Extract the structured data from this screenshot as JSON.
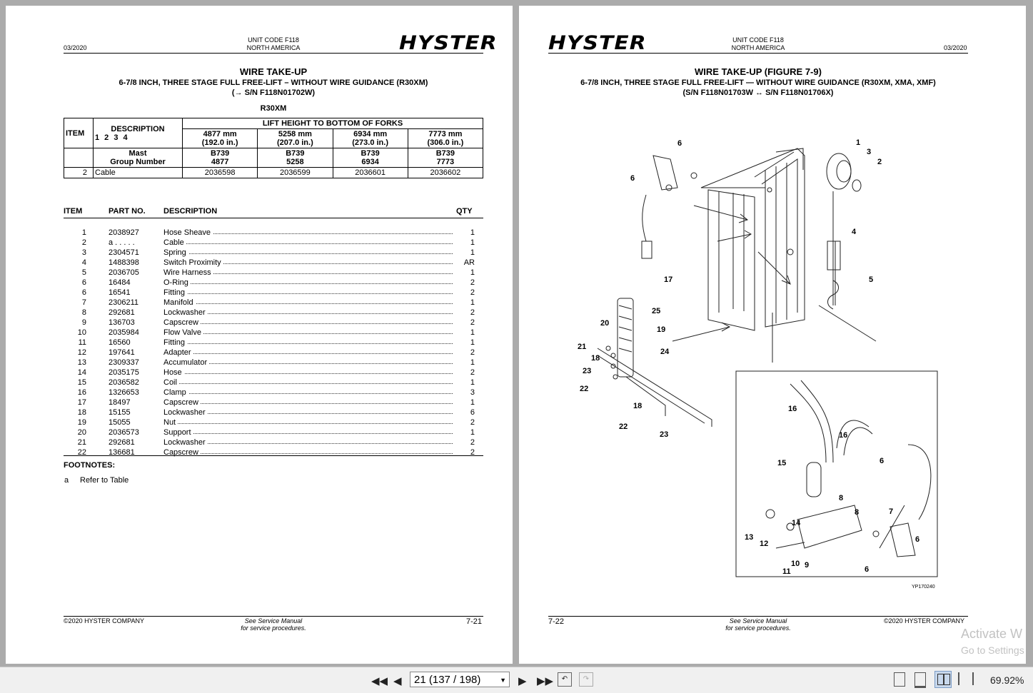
{
  "left": {
    "date": "03/2020",
    "unit_code": "UNIT CODE F118",
    "region": "NORTH AMERICA",
    "logo": "HYSTER",
    "title": "WIRE TAKE-UP",
    "subtitle": "6-7/8 INCH, THREE STAGE FULL FREE-LIFT – WITHOUT WIRE GUIDANCE (R30XM)",
    "serial": "(→ S/N F118N01702W)",
    "model": "R30XM",
    "lift_table": {
      "header": "LIFT HEIGHT TO BOTTOM OF FORKS",
      "item_label": "ITEM",
      "desc_label": "DESCRIPTION",
      "desc_nums": "1 2 3 4",
      "mast_label": "Mast",
      "group_label": "Group Number",
      "heights": [
        {
          "mm": "4877 mm",
          "in": "(192.0 in.)",
          "mast": "B739",
          "group": "4877",
          "cable": "2036598"
        },
        {
          "mm": "5258 mm",
          "in": "(207.0 in.)",
          "mast": "B739",
          "group": "5258",
          "cable": "2036599"
        },
        {
          "mm": "6934 mm",
          "in": "(273.0 in.)",
          "mast": "B739",
          "group": "6934",
          "cable": "2036601"
        },
        {
          "mm": "7773 mm",
          "in": "(306.0 in.)",
          "mast": "B739",
          "group": "7773",
          "cable": "2036602"
        }
      ],
      "cable_item": "2",
      "cable_label": "Cable"
    },
    "parts_header": {
      "item": "ITEM",
      "part": "PART NO.",
      "desc": "DESCRIPTION",
      "qty": "QTY"
    },
    "parts": [
      {
        "item": "1",
        "part": "2038927",
        "desc": "Hose Sheave",
        "qty": "1"
      },
      {
        "item": "2",
        "part": "a . . . . .",
        "desc": "Cable",
        "qty": "1"
      },
      {
        "item": "3",
        "part": "2304571",
        "desc": "Spring",
        "qty": "1"
      },
      {
        "item": "4",
        "part": "1488398",
        "desc": "Switch Proximity",
        "qty": "AR"
      },
      {
        "item": "5",
        "part": "2036705",
        "desc": "Wire Harness",
        "qty": "1"
      },
      {
        "item": "6",
        "part": "16484",
        "desc": "O-Ring",
        "qty": "2"
      },
      {
        "item": "6",
        "part": "16541",
        "desc": "Fitting",
        "qty": "2"
      },
      {
        "item": "7",
        "part": "2306211",
        "desc": "Manifold",
        "qty": "1"
      },
      {
        "item": "8",
        "part": "292681",
        "desc": "Lockwasher",
        "qty": "2"
      },
      {
        "item": "9",
        "part": "136703",
        "desc": "Capscrew",
        "qty": "2"
      },
      {
        "item": "10",
        "part": "2035984",
        "desc": "Flow Valve",
        "qty": "1"
      },
      {
        "item": "11",
        "part": "16560",
        "desc": "Fitting",
        "qty": "1"
      },
      {
        "item": "12",
        "part": "197641",
        "desc": "Adapter",
        "qty": "2"
      },
      {
        "item": "13",
        "part": "2309337",
        "desc": "Accumulator",
        "qty": "1"
      },
      {
        "item": "14",
        "part": "2035175",
        "desc": "Hose",
        "qty": "2"
      },
      {
        "item": "15",
        "part": "2036582",
        "desc": "Coil",
        "qty": "1"
      },
      {
        "item": "16",
        "part": "1326653",
        "desc": "Clamp",
        "qty": "3"
      },
      {
        "item": "17",
        "part": "18497",
        "desc": "Capscrew",
        "qty": "1"
      },
      {
        "item": "18",
        "part": "15155",
        "desc": "Lockwasher",
        "qty": "6"
      },
      {
        "item": "19",
        "part": "15055",
        "desc": "Nut",
        "qty": "2"
      },
      {
        "item": "20",
        "part": "2036573",
        "desc": "Support",
        "qty": "1"
      },
      {
        "item": "21",
        "part": "292681",
        "desc": "Lockwasher",
        "qty": "2"
      },
      {
        "item": "22",
        "part": "136681",
        "desc": "Capscrew",
        "qty": "2"
      }
    ],
    "footnotes_label": "FOOTNOTES:",
    "footnote_key": "a",
    "footnote_text": "Refer to Table",
    "copyright": "©2020 HYSTER COMPANY",
    "service_1": "See Service Manual",
    "service_2": "for service procedures.",
    "page_no": "7-21"
  },
  "right": {
    "logo": "HYSTER",
    "unit_code": "UNIT CODE F118",
    "region": "NORTH AMERICA",
    "date": "03/2020",
    "title": "WIRE TAKE-UP (FIGURE 7-9)",
    "subtitle": "6-7/8 INCH, THREE STAGE FULL FREE-LIFT — WITHOUT WIRE GUIDANCE (R30XM, XMA, XMF)",
    "serial": "(S/N F118N01703W ↔ S/N F118N01706X)",
    "figure_id": "YP170240",
    "callouts": [
      "1",
      "2",
      "3",
      "4",
      "5",
      "6",
      "6",
      "7",
      "8",
      "8",
      "9",
      "10",
      "11",
      "12",
      "13",
      "14",
      "15",
      "16",
      "16",
      "17",
      "18",
      "18",
      "19",
      "20",
      "21",
      "22",
      "22",
      "23",
      "23",
      "24",
      "25",
      "6",
      "6"
    ],
    "page_no": "7-22",
    "service_1": "See Service Manual",
    "service_2": "for service procedures.",
    "copyright": "©2020 HYSTER COMPANY"
  },
  "toolbar": {
    "first_icon": "first-page-icon",
    "prev_icon": "previous-page-icon",
    "page_value": "21 (137 / 198)",
    "next_icon": "next-page-icon",
    "last_icon": "last-page-icon",
    "zoom": "69.92%"
  },
  "watermark": {
    "line1": "Activate W",
    "line2": "Go to Settings"
  }
}
